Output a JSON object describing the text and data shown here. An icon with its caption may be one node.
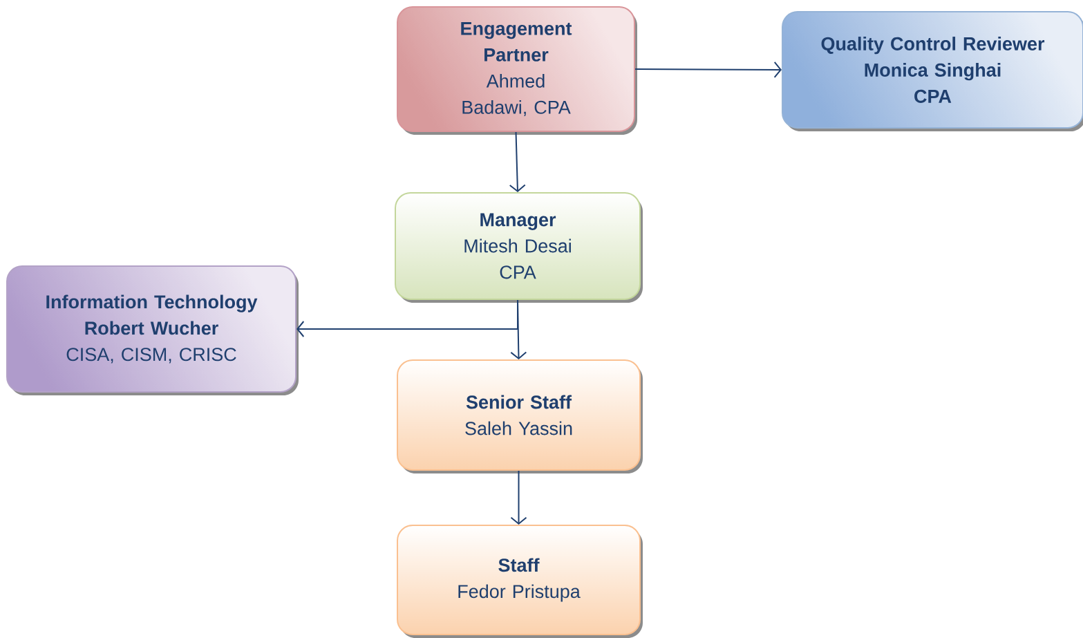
{
  "diagram": {
    "nodes": [
      {
        "text": [
          "Engagement Partner",
          "Ahmed Badawi, CPA"
        ]
      },
      {
        "text": [
          "Quality Control Reviewer",
          "Monica Singhai",
          "CPA"
        ]
      },
      {
        "text": [
          "Manager",
          "Mitesh Desai",
          "CPA"
        ]
      },
      {
        "text": [
          "Information Technology",
          "Robert Wucher",
          "CISA, CISM, CRISC"
        ]
      },
      {
        "text": [
          "Senior Staff",
          "Saleh Yassin"
        ]
      },
      {
        "text": [
          "Staff",
          "Fedor Pristupa"
        ]
      }
    ],
    "edges": [
      {
        "from": 0,
        "to": 1,
        "arrow": "to"
      },
      {
        "from": 0,
        "to": 2,
        "arrow": "to"
      },
      {
        "from": 2,
        "to": 4,
        "arrow": "to"
      },
      {
        "from": 2,
        "to": 3,
        "arrow": "to"
      },
      {
        "from": 4,
        "to": 5,
        "arrow": "to"
      }
    ]
  }
}
